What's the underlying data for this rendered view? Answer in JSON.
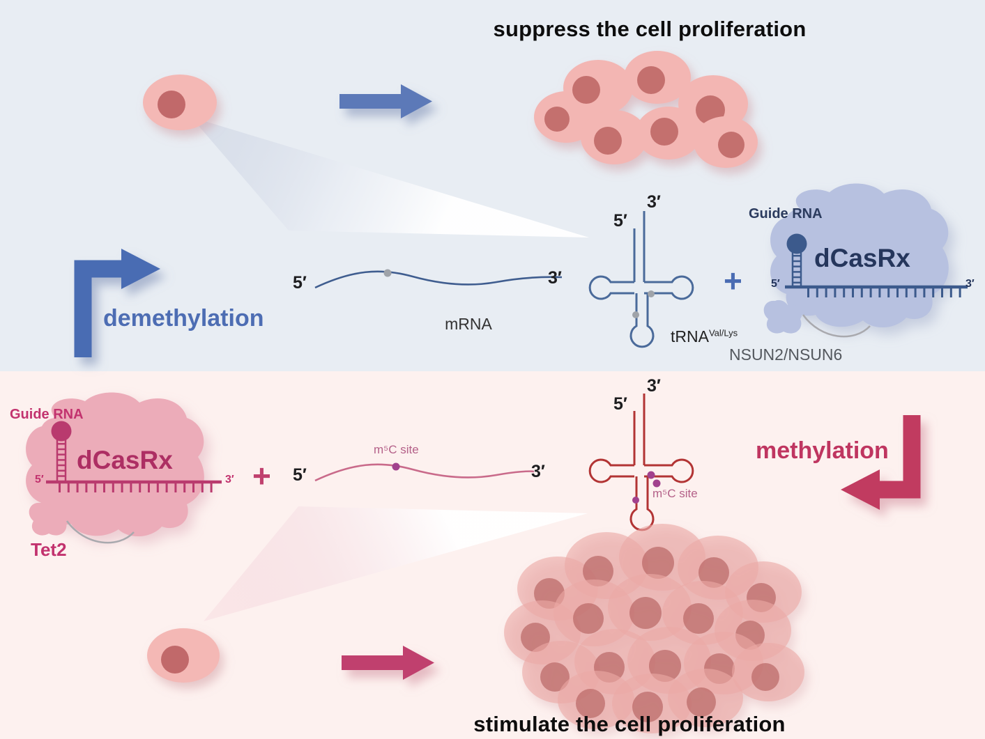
{
  "top_panel": {
    "title": "suppress the cell proliferation",
    "pathway_label": "demethylation",
    "mrna": {
      "five_prime": "5′",
      "three_prime": "3′",
      "label": "mRNA"
    },
    "trna": {
      "five_prime": "5′",
      "three_prime": "3′",
      "name": "tRNA",
      "name_sup": "Val/Lys"
    },
    "plus": "+",
    "complex": {
      "guide_rna": "Guide RNA",
      "protein": "dCasRx",
      "five_prime": "5′",
      "three_prime": "3′",
      "enzymes": "NSUN2/NSUN6"
    }
  },
  "bottom_panel": {
    "title": "stimulate the cell proliferation",
    "pathway_label": "methylation",
    "complex": {
      "guide_rna": "Guide RNA",
      "protein": "dCasRx",
      "five_prime": "5′",
      "three_prime": "3′",
      "enzyme": "Tet2"
    },
    "plus": "+",
    "mrna": {
      "five_prime": "5′",
      "three_prime": "3′",
      "m5c_site": "m⁵C site"
    },
    "trna": {
      "five_prime": "5′",
      "three_prime": "3′",
      "m5c_site": "m⁵C site"
    }
  },
  "colors": {
    "top_background": "#e8edf3",
    "bottom_background": "#fdf1ef",
    "blue_accent": "#4d6db3",
    "navy_text": "#2b3b5e",
    "blue_rna": "#3c5a8c",
    "periwinkle_blob": "#b7c1e0",
    "pink_accent": "#c0406e",
    "raspberry_text": "#bf3560",
    "pink_blob": "#ecacb9",
    "pink_rna": "#c96a8a",
    "red_trna": "#b23434",
    "cell_fill": "#f4b8b5",
    "nucleus_fill": "#c1696a",
    "gray_dot": "#9fa3a9",
    "purple_dot": "#a1418d",
    "enzyme_gray_text": "#54585e",
    "m5c_label_text": "#b46088"
  }
}
